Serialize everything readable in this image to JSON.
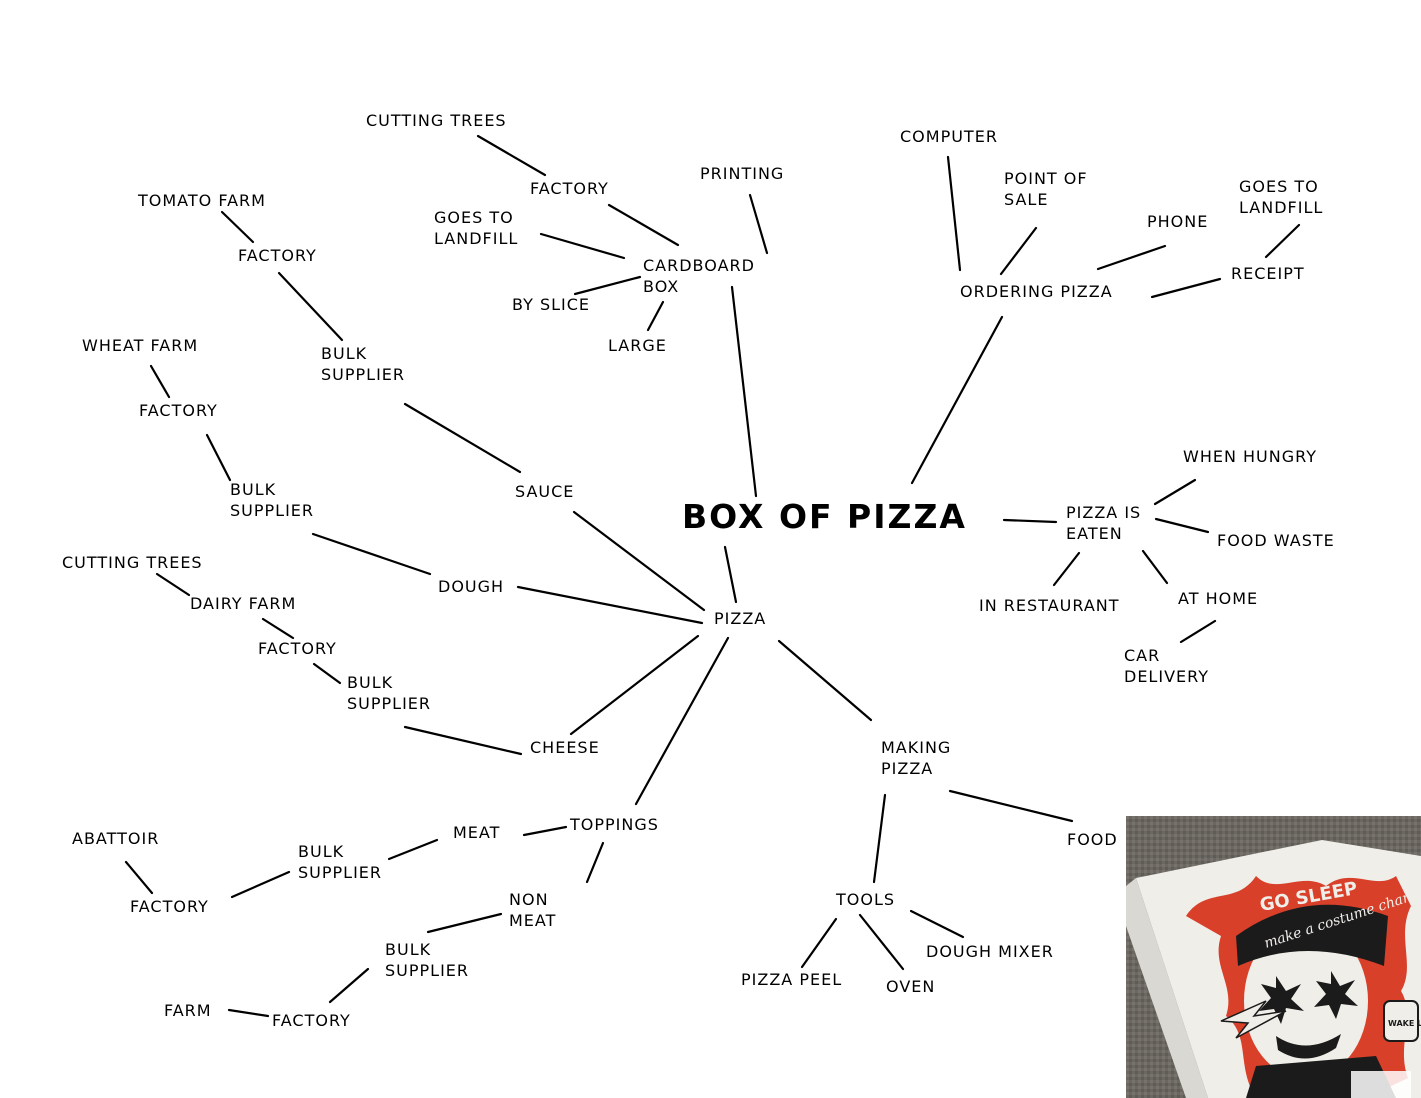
{
  "central": "BOX OF PIZZA",
  "nodes": {
    "cutting_trees_top": "CUTTING TREES",
    "factory_box": "FACTORY",
    "printing": "PRINTING",
    "goes_to_landfill_box_1": "GOES TO",
    "goes_to_landfill_box_2": "LANDFILL",
    "cardboard_box_1": "CARDBOARD",
    "cardboard_box_2": "BOX",
    "by_slice": "BY SLICE",
    "large": "LARGE",
    "tomato_farm": "TOMATO FARM",
    "factory_tomato": "FACTORY",
    "bulk_supplier_sauce_1": "BULK",
    "bulk_supplier_sauce_2": "SUPPLIER",
    "wheat_farm": "WHEAT FARM",
    "factory_wheat": "FACTORY",
    "bulk_supplier_dough_1": "BULK",
    "bulk_supplier_dough_2": "SUPPLIER",
    "sauce": "SAUCE",
    "dough": "DOUGH",
    "pizza": "PIZZA",
    "cutting_trees_left": "CUTTING TREES",
    "dairy_farm": "DAIRY FARM",
    "factory_dairy": "FACTORY",
    "bulk_supplier_cheese_1": "BULK",
    "bulk_supplier_cheese_2": "SUPPLIER",
    "cheese": "CHEESE",
    "toppings": "TOPPINGS",
    "meat": "MEAT",
    "abattoir": "ABATTOIR",
    "factory_meat": "FACTORY",
    "bulk_supplier_meat_1": "BULK",
    "bulk_supplier_meat_2": "SUPPLIER",
    "non_meat_1": "NON",
    "non_meat_2": "MEAT",
    "bulk_supplier_nonmeat_1": "BULK",
    "bulk_supplier_nonmeat_2": "SUPPLIER",
    "farm": "FARM",
    "factory_farm": "FACTORY",
    "making_pizza_1": "MAKING",
    "making_pizza_2": "PIZZA",
    "food": "FOOD",
    "tools": "TOOLS",
    "pizza_peel": "PIZZA PEEL",
    "oven": "OVEN",
    "dough_mixer": "DOUGH MIXER",
    "computer": "COMPUTER",
    "point_of_sale_1": "POINT OF",
    "point_of_sale_2": "SALE",
    "phone": "PHONE",
    "goes_to_landfill_receipt_1": "GOES TO",
    "goes_to_landfill_receipt_2": "LANDFILL",
    "ordering_pizza": "ORDERING PIZZA",
    "receipt": "RECEIPT",
    "when_hungry": "WHEN HUNGRY",
    "pizza_is_eaten_1": "PIZZA IS",
    "pizza_is_eaten_2": "EATEN",
    "food_waste": "FOOD WASTE",
    "in_restaurant": "IN RESTAURANT",
    "at_home": "AT HOME",
    "car_delivery_1": "CAR",
    "car_delivery_2": "DELIVERY"
  },
  "photo": {
    "cap_text": "GO SLEEP",
    "slogan": "make a costume change",
    "badge": "WAKE UP",
    "colors": {
      "carpet": "#6b6862",
      "box": "#efeee9",
      "flames": "#d8402a",
      "ink": "#1b1b1b"
    }
  }
}
